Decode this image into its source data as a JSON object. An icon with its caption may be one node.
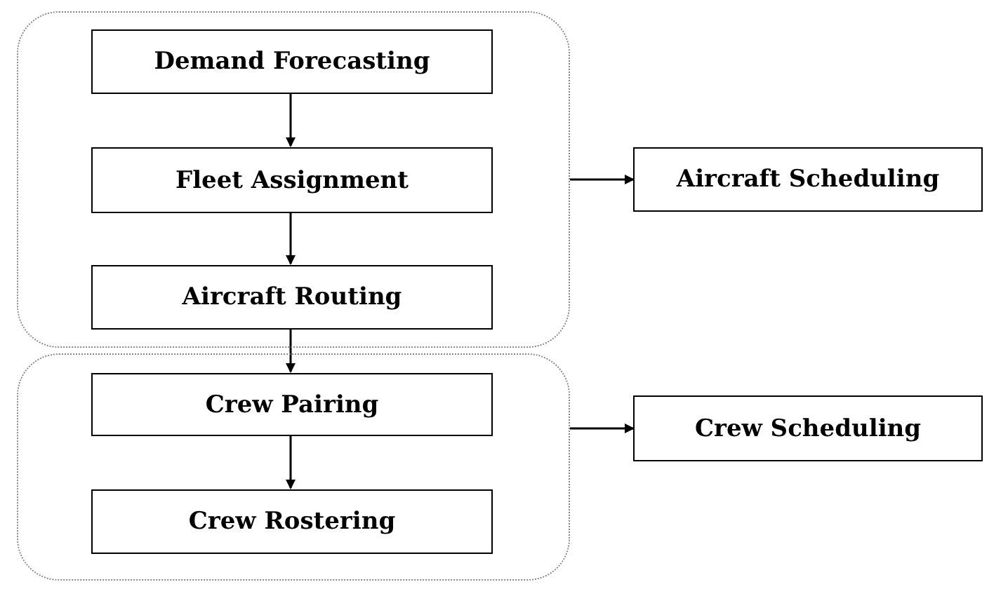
{
  "diagram": {
    "nodes": [
      {
        "text": [],
        "shape": "box"
      },
      {
        "text": [
          "Demand Forecasting"
        ],
        "in": 0
      },
      {
        "text": [
          "Fleet Assignment"
        ],
        "in": 0
      },
      {
        "text": [
          "Aircraft Routing"
        ],
        "in": 0
      },
      {
        "text": [
          "Aircraft Scheduling"
        ]
      },
      {
        "text": [],
        "shape": "box"
      },
      {
        "text": [
          "Crew Pairing"
        ],
        "in": 5
      },
      {
        "text": [
          "Crew Rostering"
        ],
        "in": 5
      },
      {
        "text": [
          "Crew Scheduling"
        ]
      }
    ],
    "edges": [
      {
        "from": 1,
        "to": 2,
        "arrow": "to"
      },
      {
        "from": 2,
        "to": 3,
        "arrow": "to"
      },
      {
        "from": 3,
        "to": 6,
        "arrow": "to"
      },
      {
        "from": 0,
        "to": 4,
        "arrow": "to"
      },
      {
        "from": 6,
        "to": 7,
        "arrow": "to"
      },
      {
        "from": 5,
        "to": 8,
        "arrow": "to"
      }
    ]
  }
}
